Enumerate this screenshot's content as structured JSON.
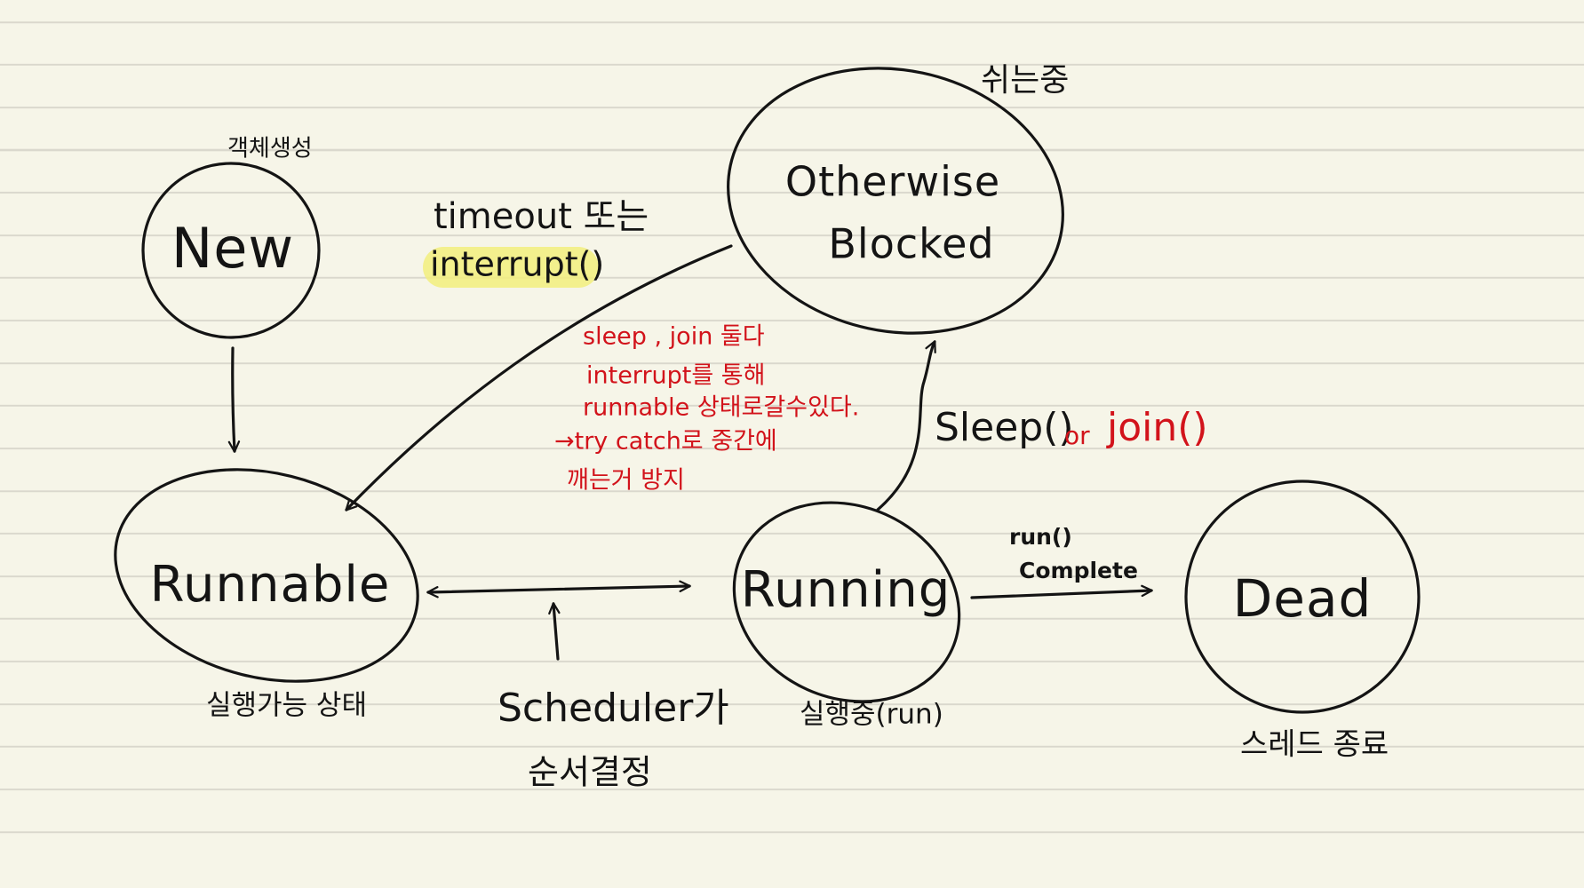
{
  "nodes": {
    "new": {
      "label": "New",
      "note": "객체생성"
    },
    "runnable": {
      "label": "Runnable",
      "note": "실행가능 상태"
    },
    "running": {
      "label": "Running",
      "note": "실행중(run)"
    },
    "dead": {
      "label": "Dead",
      "note": "스레드 종료"
    },
    "blocked": {
      "label_line1": "Otherwise",
      "label_line2": "Blocked",
      "note": "쉬는중"
    }
  },
  "edges": {
    "timeout_line1": "timeout 또는",
    "timeout_line2": "interrupt()",
    "sleep_join_a": "Sleep()",
    "sleep_join_or": "or",
    "sleep_join_b": "join()",
    "run_complete_line1": "run()",
    "run_complete_line2": "Complete",
    "scheduler_line1": "Scheduler가",
    "scheduler_line2": "순서결정"
  },
  "red_notes": [
    "sleep , join 둘다",
    "interrupt를 통해",
    "runnable 상태로갈수있다.",
    "→try catch로 중간에",
    "깨는거 방지"
  ],
  "colors": {
    "paper": "#f6f5e8",
    "rule_line": "#dad8cd",
    "ink": "#141414",
    "red_ink": "#d2131b",
    "highlight": "#f2ef7d"
  }
}
